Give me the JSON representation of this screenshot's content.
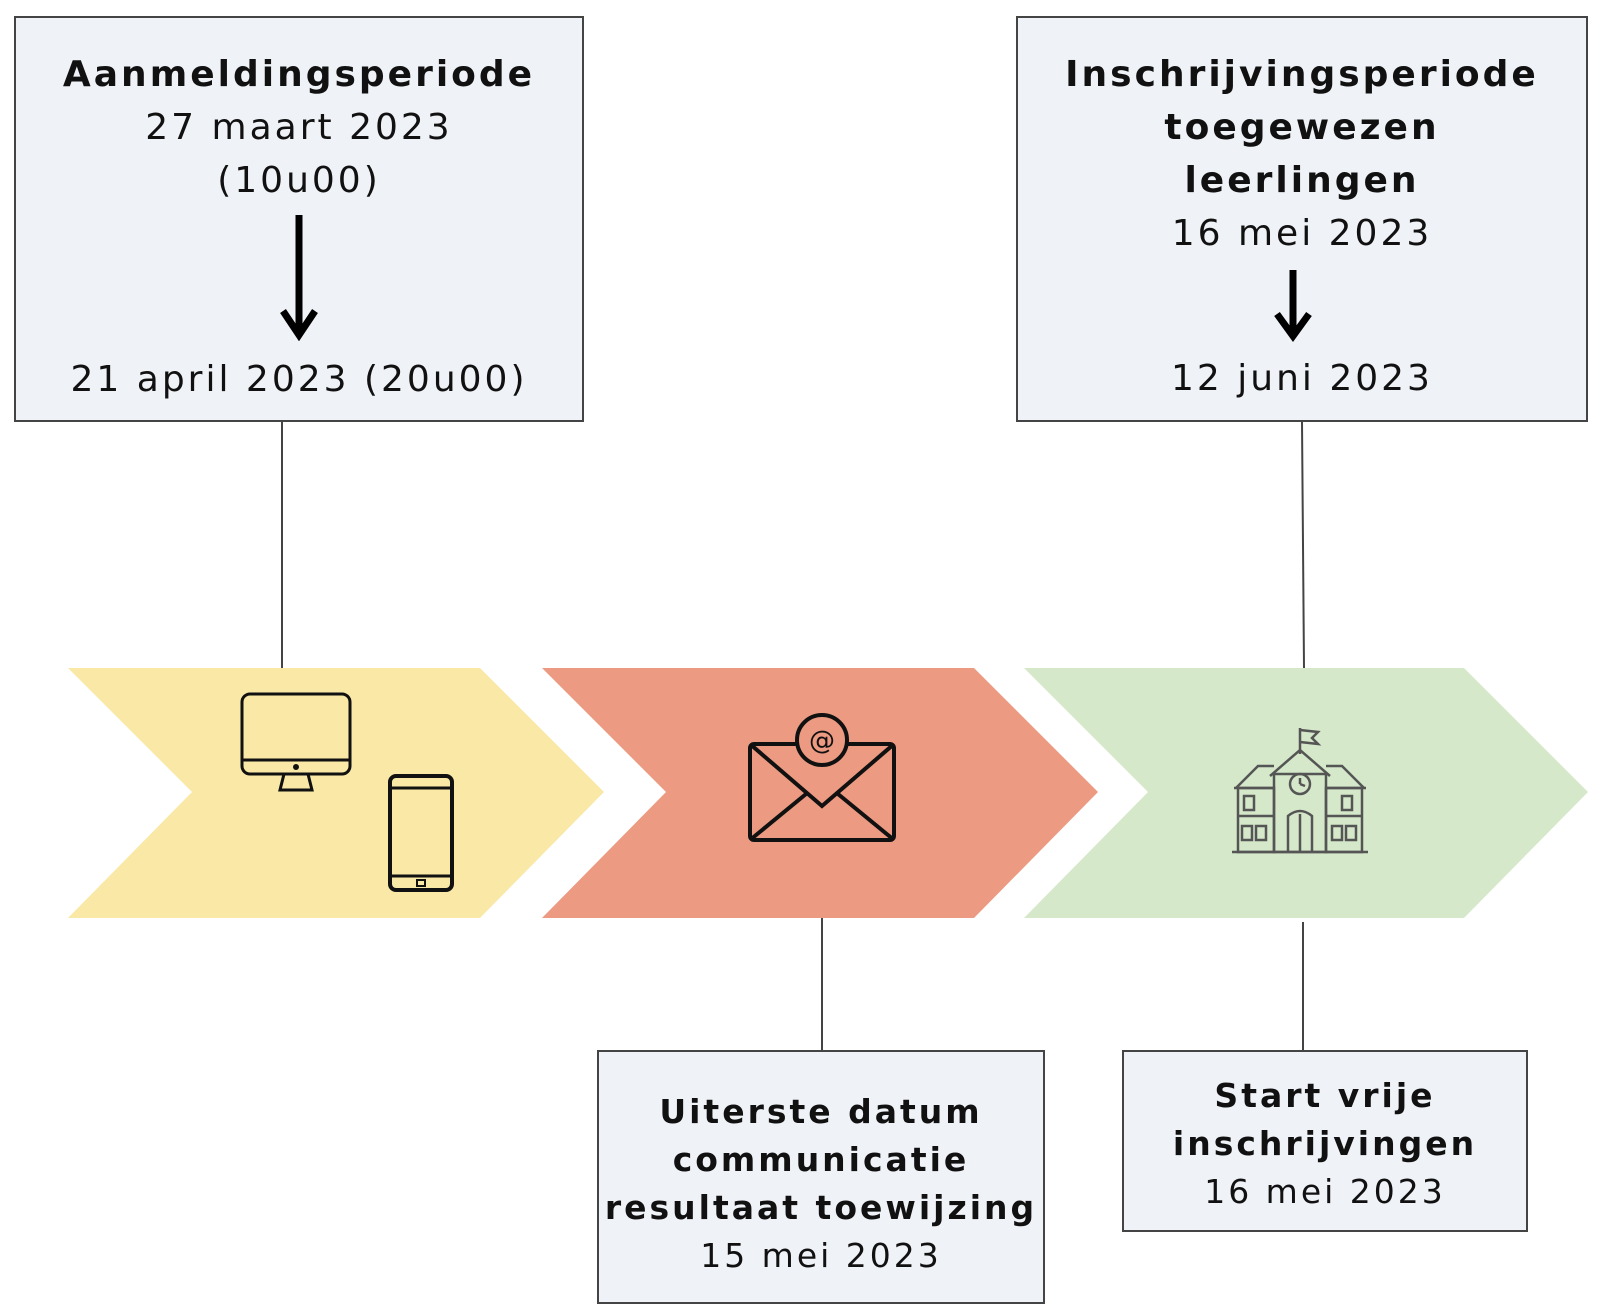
{
  "aanmelding": {
    "title": "Aanmeldingsperiode",
    "start_date": "27 maart 2023",
    "start_time": "(10u00)",
    "end": "21 april 2023 (20u00)"
  },
  "inschrijving": {
    "title_line1": "Inschrijvingsperiode",
    "title_line2": "toegewezen",
    "title_line3": "leerlingen",
    "start_date": "16 mei 2023",
    "end": "12 juni 2023"
  },
  "communicatie": {
    "line1": "Uiterste datum",
    "line2": "communicatie",
    "line3": "resultaat toewijzing",
    "date": "15 mei 2023"
  },
  "vrije": {
    "line1": "Start vrije",
    "line2": "inschrijvingen",
    "date": "16 mei 2023"
  },
  "steps": [
    {
      "icon": "computer-and-phone-icon",
      "color": "#f9e8a6"
    },
    {
      "icon": "email-at-icon",
      "color": "#ec9a82"
    },
    {
      "icon": "school-building-icon",
      "color": "#d5e8c9"
    }
  ]
}
